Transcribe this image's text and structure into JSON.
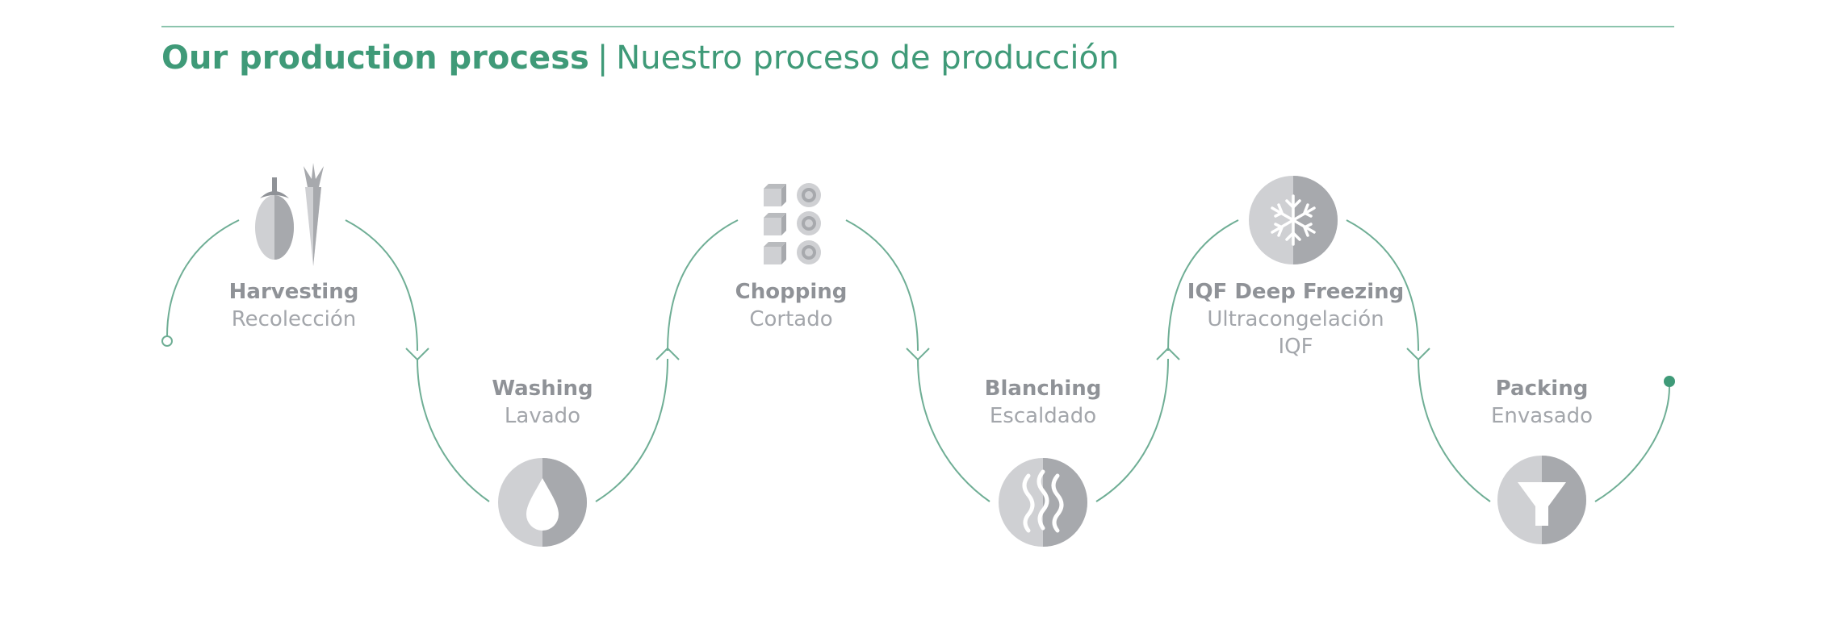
{
  "header": {
    "title_en": "Our production process",
    "separator": "|",
    "title_es": "Nuestro proceso de producción"
  },
  "steps": [
    {
      "en": "Harvesting",
      "es": "Recolección",
      "icon": "vegetables-icon"
    },
    {
      "en": "Washing",
      "es": "Lavado",
      "icon": "water-drop-icon"
    },
    {
      "en": "Chopping",
      "es": "Cortado",
      "icon": "chopped-pieces-icon"
    },
    {
      "en": "Blanching",
      "es": "Escaldado",
      "icon": "steam-icon"
    },
    {
      "en": "IQF Deep Freezing",
      "es": "Ultracongelación IQF",
      "icon": "snowflake-icon"
    },
    {
      "en": "Packing",
      "es": "Envasado",
      "icon": "funnel-icon"
    }
  ],
  "colors": {
    "accent": "#3f9a78",
    "line": "#6fae95",
    "icon_light": "#cfd0d3",
    "icon_dark": "#a7a9ad",
    "text": "#9a9da3"
  }
}
